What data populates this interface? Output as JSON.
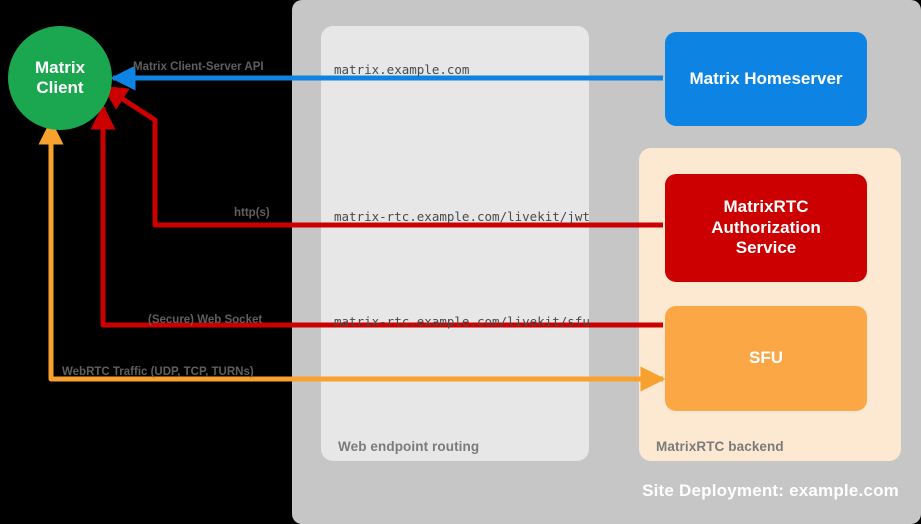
{
  "diagram": {
    "title": "Site Deployment: example.com",
    "panels": {
      "site": {
        "label": "Site Deployment: example.com",
        "color": "#c6c6c6"
      },
      "web_routing": {
        "label": "Web endpoint routing",
        "color": "#e7e7e7"
      },
      "matrixrtc_backend": {
        "label": "MatrixRTC backend",
        "color": "#fde8d2"
      }
    },
    "nodes": {
      "client": {
        "line1": "Matrix",
        "line2": "Client",
        "color": "#1aa750"
      },
      "homeserver": {
        "label": "Matrix Homeserver",
        "color": "#0d84e3"
      },
      "auth_service": {
        "line1": "MatrixRTC",
        "line2": "Authorization",
        "line3": "Service",
        "color": "#cc0000"
      },
      "sfu": {
        "label": "SFU",
        "color": "#fba746"
      }
    },
    "edges": [
      {
        "id": "client-server-api",
        "protocol_label": "Matrix Client-Server API",
        "route_label": "matrix.example.com",
        "color": "#0d84e3",
        "direction": "bidirectional"
      },
      {
        "id": "jwt",
        "protocol_label": "http(s)",
        "route_label": "matrix-rtc.example.com/livekit/jwt",
        "color": "#cc0000",
        "direction": "bidirectional"
      },
      {
        "id": "sfu-websocket",
        "protocol_label": "(Secure) Web Socket",
        "route_label": "matrix-rtc.example.com/livekit/sfu",
        "color": "#cc0000",
        "direction": "bidirectional"
      },
      {
        "id": "webrtc",
        "protocol_label": "WebRTC Traffic (UDP, TCP, TURNs)",
        "route_label": "",
        "color": "#f7a12e",
        "direction": "bidirectional"
      }
    ]
  }
}
